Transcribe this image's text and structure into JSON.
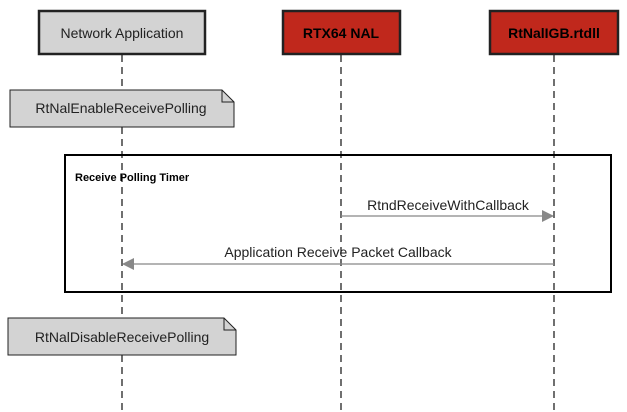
{
  "participants": {
    "app": {
      "label": "Network Application"
    },
    "nal": {
      "label": "RTX64 NAL"
    },
    "driver": {
      "label": "RtNalIGB.rtdll"
    }
  },
  "notes": {
    "enable": {
      "label": "RtNalEnableReceivePolling"
    },
    "disable": {
      "label": "RtNalDisableReceivePolling"
    }
  },
  "frame": {
    "label": "Receive Polling Timer"
  },
  "messages": {
    "receive_with_callback": {
      "label": "RtndReceiveWithCallback"
    },
    "app_callback": {
      "label": "Application Receive Packet Callback"
    }
  },
  "colors": {
    "participant_gray": "#d3d3d3",
    "participant_red": "#c0281c",
    "note_fill": "#d3d3d3",
    "lifeline": "#222222",
    "arrow": "#888888",
    "frame_border": "#000000"
  }
}
